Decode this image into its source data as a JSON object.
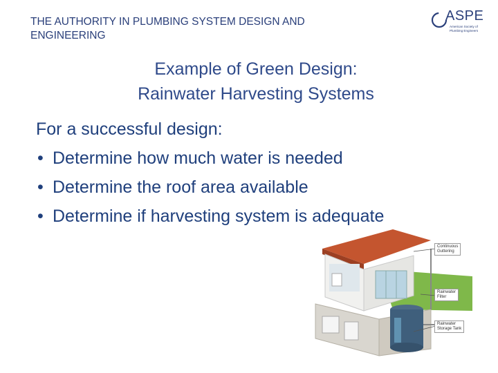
{
  "header": {
    "org_line1": "THE AUTHORITY IN PLUMBING SYSTEM DESIGN AND",
    "org_line2": "ENGINEERING"
  },
  "logo": {
    "brand": "ASPE",
    "tagline_line1": "American Society of",
    "tagline_line2": "Plumbing Engineers",
    "color": "#2a3f7a"
  },
  "slide": {
    "title_line1": "Example of Green Design:",
    "title_line2": "Rainwater Harvesting Systems",
    "intro": "For a successful design:",
    "bullets": [
      "Determine how much water is needed",
      "Determine the roof area available",
      "Determine if harvesting system is adequate"
    ],
    "bullet_symbol": "•"
  },
  "illustration": {
    "callouts": [
      {
        "line1": "Continuous",
        "line2": "Guttering"
      },
      {
        "line1": "Rainwater",
        "line2": "Filter"
      },
      {
        "line1": "Rainwater",
        "line2": "Storage Tank"
      }
    ]
  },
  "colors": {
    "text": "#1f3f7c",
    "header": "#2a3f7a"
  }
}
